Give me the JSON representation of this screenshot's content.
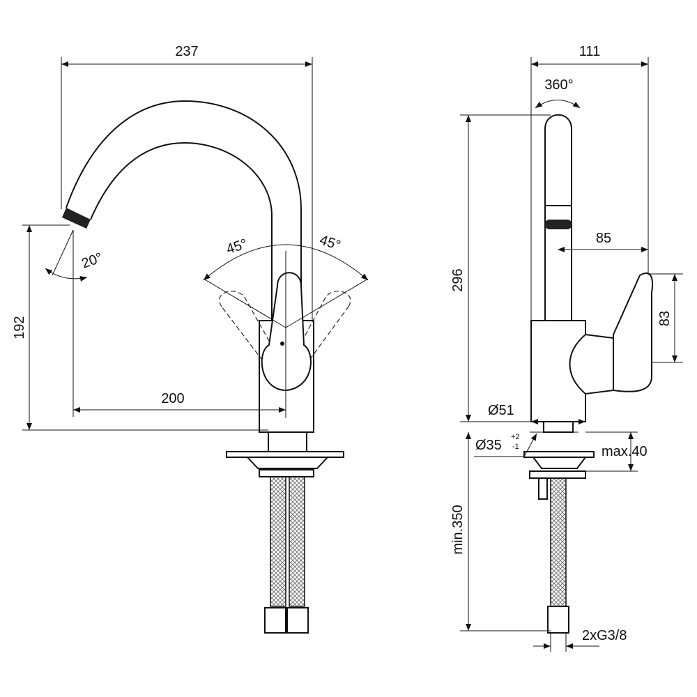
{
  "front_view": {
    "width_label": "237",
    "height_label": "192",
    "spout_angle_label": "20°",
    "lever_left_angle_label": "45°",
    "lever_right_angle_label": "45°",
    "reach_label": "200"
  },
  "side_view": {
    "width_label": "111",
    "rotation_label": "360°",
    "height_label": "296",
    "spout_reach_label": "85",
    "handle_height_label": "83",
    "body_diameter_label": "Ø51",
    "hole_diameter_label": "Ø35",
    "hole_tolerance_upper": "+2",
    "hole_tolerance_lower": "-1",
    "max_thickness_label": "max.40",
    "hose_length_label": "min.350",
    "connection_label": "2xG3/8"
  }
}
